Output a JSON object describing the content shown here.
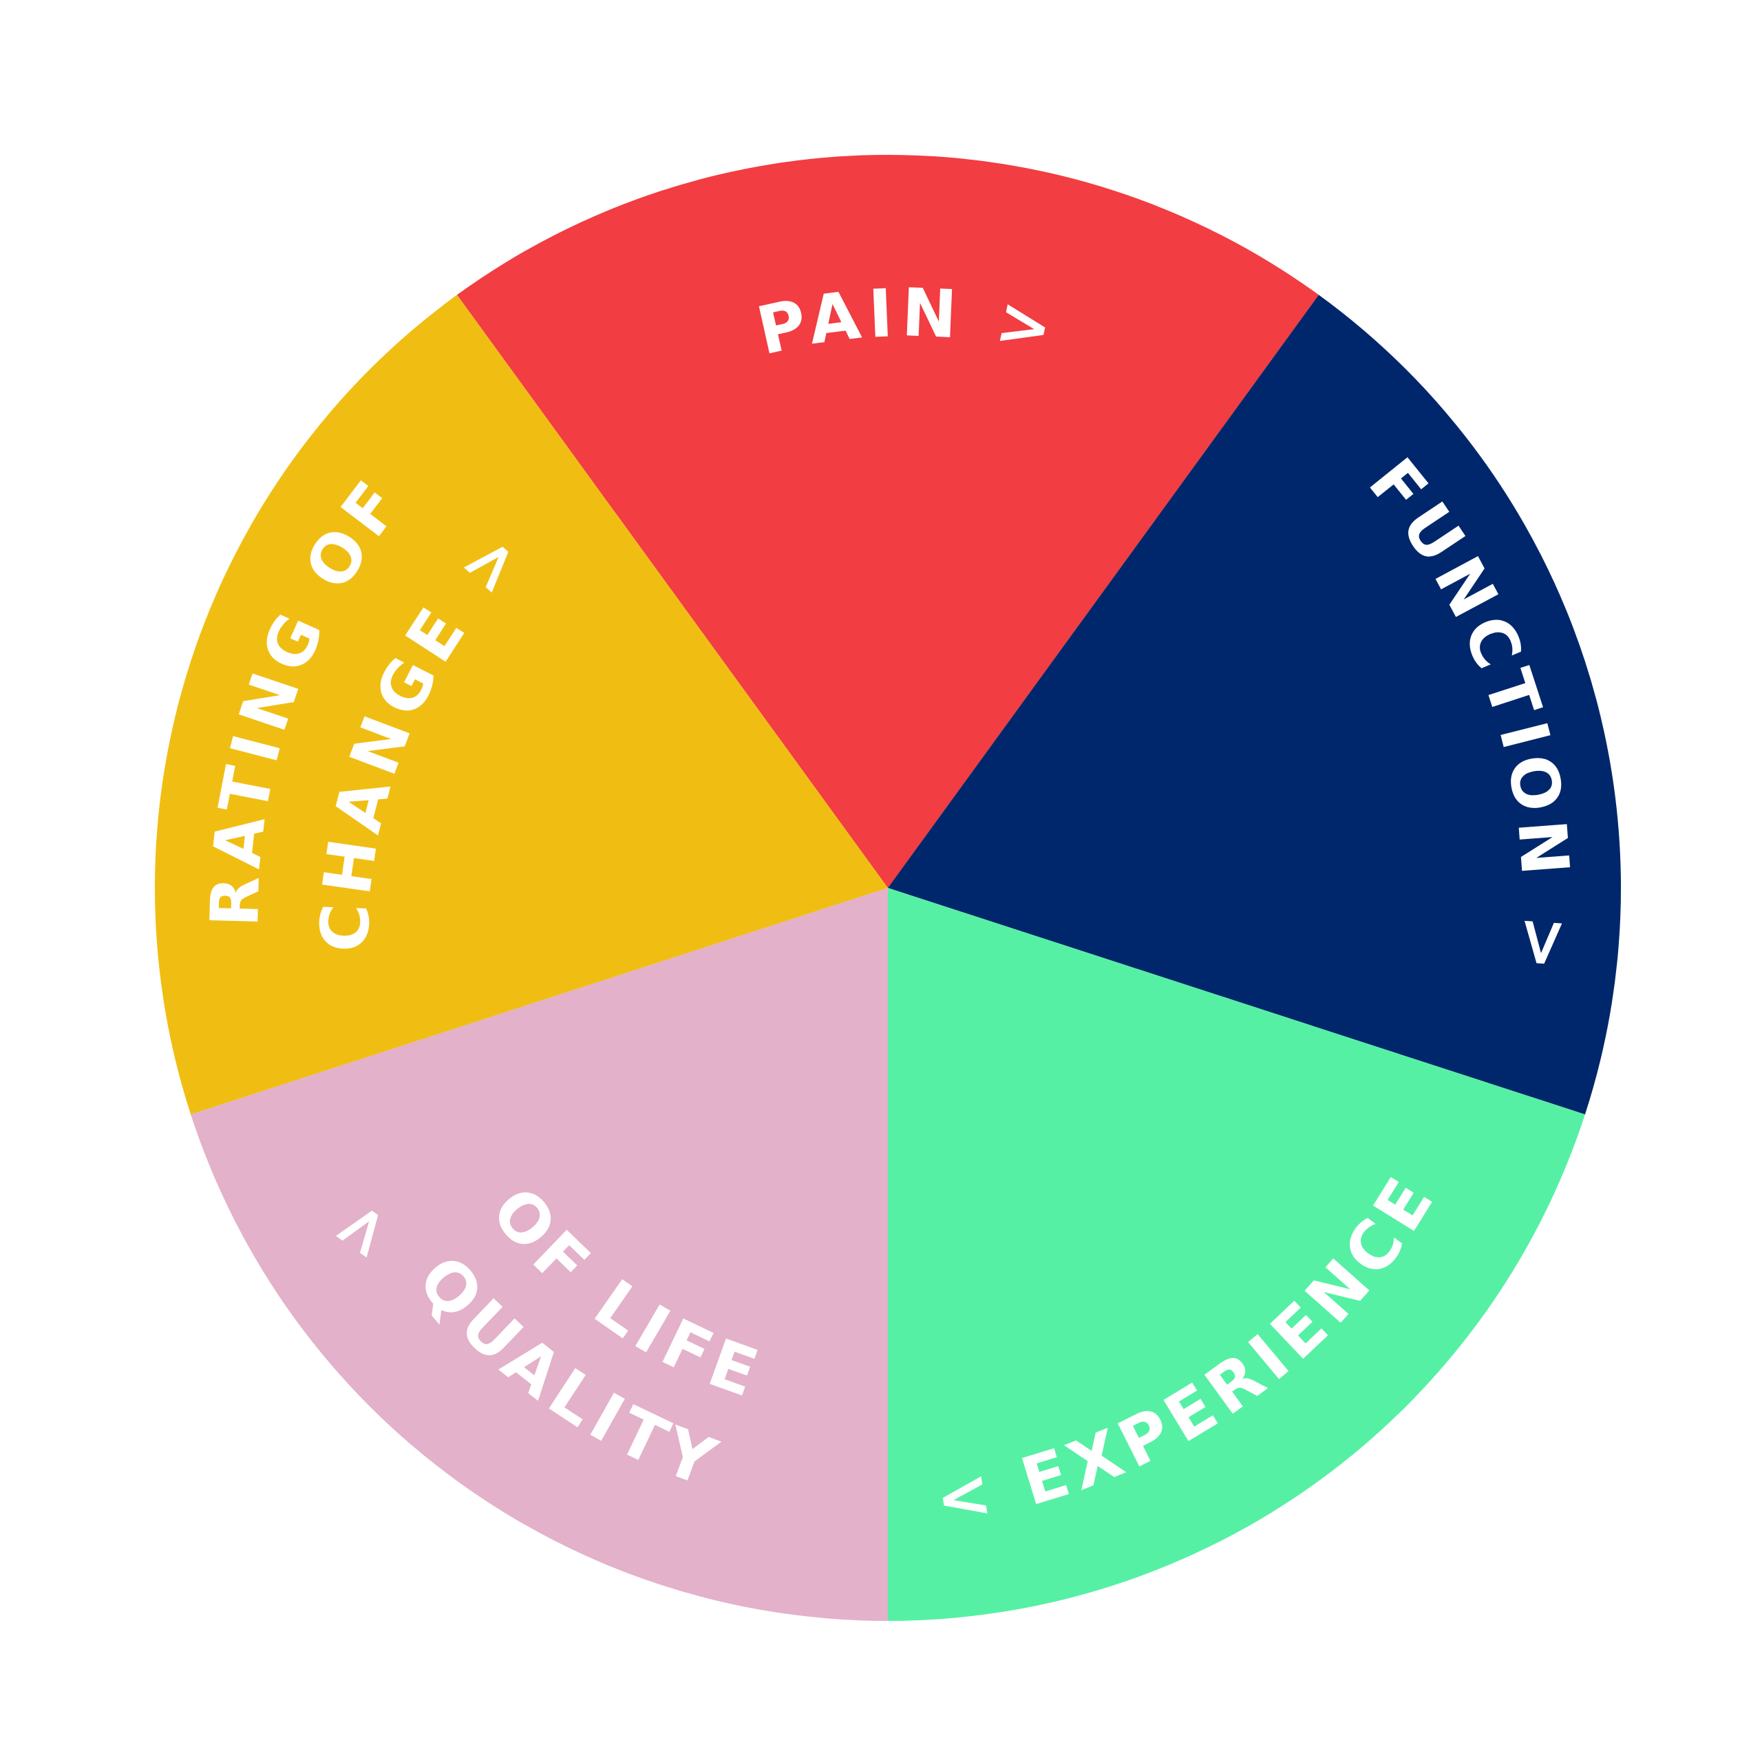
{
  "diagram": {
    "segments": [
      {
        "id": "pain",
        "label": "PAIN >",
        "color": "#F23D42"
      },
      {
        "id": "function",
        "label": "FUNCTION >",
        "color": "#00276B"
      },
      {
        "id": "experience",
        "label": "< EXPERIENCE",
        "color": "#56F0A5"
      },
      {
        "id": "quality",
        "label_lines": [
          "QUALITY",
          "OF LIFE"
        ],
        "prefix": ">",
        "color": "#E3B1C9"
      },
      {
        "id": "rating",
        "label_lines": [
          "RATING OF",
          "CHANGE >"
        ],
        "color": "#F0BE13"
      }
    ]
  }
}
